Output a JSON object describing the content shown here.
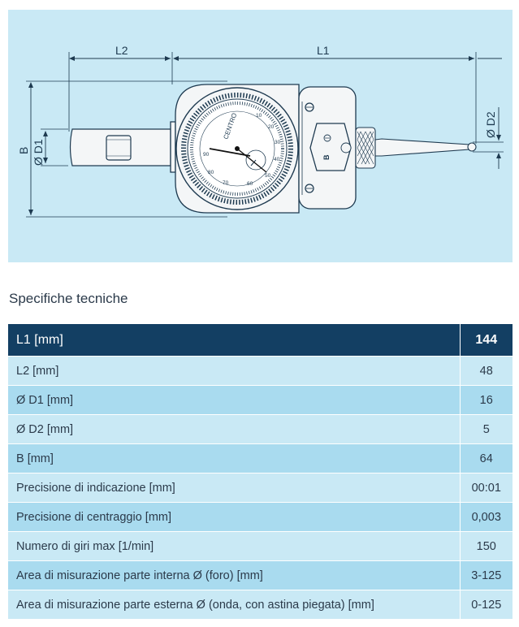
{
  "drawing": {
    "dim_L1": "L1",
    "dim_L2": "L2",
    "dim_B": "B",
    "dim_D1": "Ø D1",
    "dim_D2": "Ø D2",
    "dial_brand": "CENTRO",
    "dial_ticks": [
      "10",
      "20",
      "30",
      "40",
      "50",
      "60",
      "70",
      "80",
      "90"
    ],
    "body_label_B": "B",
    "colors": {
      "background": "#c9e9f5",
      "line": "#1e3a50",
      "metal": "#f4f6f7"
    }
  },
  "section_title": "Specifiche tecniche",
  "table": {
    "header": {
      "label": "L1 [mm]",
      "value": "144"
    },
    "rows": [
      {
        "label": "L2 [mm]",
        "value": "48"
      },
      {
        "label": "Ø D1 [mm]",
        "value": "16"
      },
      {
        "label": "Ø D2 [mm]",
        "value": "5"
      },
      {
        "label": "B [mm]",
        "value": "64"
      },
      {
        "label": "Precisione di indicazione [mm]",
        "value": "00:01"
      },
      {
        "label": "Precisione di centraggio [mm]",
        "value": "0,003"
      },
      {
        "label": "Numero di giri max [1/min]",
        "value": "150"
      },
      {
        "label": "Area di misurazione parte interna Ø (foro) [mm]",
        "value": "3-125"
      },
      {
        "label": "Area di misurazione parte esterna Ø (onda, con astina piegata) [mm]",
        "value": "0-125"
      }
    ]
  }
}
